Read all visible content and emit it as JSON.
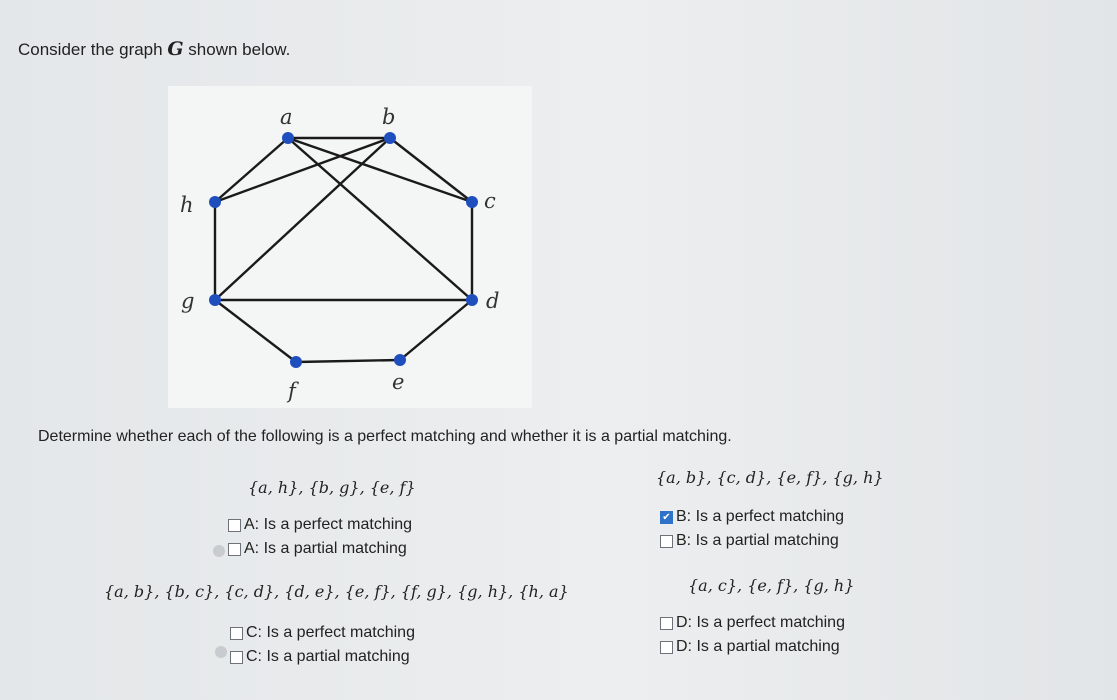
{
  "question": {
    "prompt_pre": "Consider the graph",
    "graph_name": "G",
    "prompt_post": "shown below.",
    "instruction": "Determine whether each of the following is a perfect matching and whether it is a partial matching."
  },
  "graph": {
    "vertices": {
      "a": "a",
      "b": "b",
      "c": "c",
      "d": "d",
      "e": "e",
      "f": "f",
      "g": "g",
      "h": "h"
    },
    "edges": [
      [
        "a",
        "b"
      ],
      [
        "b",
        "c"
      ],
      [
        "c",
        "d"
      ],
      [
        "d",
        "e"
      ],
      [
        "e",
        "f"
      ],
      [
        "f",
        "g"
      ],
      [
        "g",
        "h"
      ],
      [
        "h",
        "a"
      ],
      [
        "h",
        "b"
      ],
      [
        "a",
        "c"
      ],
      [
        "a",
        "d"
      ],
      [
        "b",
        "g"
      ],
      [
        "g",
        "d"
      ]
    ],
    "vertex_color": "#1f4fbf"
  },
  "parts": {
    "A": {
      "set": "{a, h}, {b, g}, {e, f}",
      "perfect_label": "A: Is a perfect matching",
      "partial_label": "A: Is a partial matching",
      "perfect_checked": false,
      "partial_checked": false
    },
    "B": {
      "set": "{a, b}, {c, d}, {e, f}, {g, h}",
      "perfect_label": "B: Is a perfect matching",
      "partial_label": "B: Is a partial matching",
      "perfect_checked": true,
      "partial_checked": false
    },
    "C": {
      "set": "{a, b}, {b, c}, {c, d}, {d, e}, {e, f}, {f, g}, {g, h}, {h, a}",
      "perfect_label": "C: Is a perfect matching",
      "partial_label": "C: Is a partial matching",
      "perfect_checked": false,
      "partial_checked": false
    },
    "D": {
      "set": "{a, c}, {e, f}, {g, h}",
      "perfect_label": "D: Is a perfect matching",
      "partial_label": "D: Is a partial matching",
      "perfect_checked": false,
      "partial_checked": false
    }
  },
  "colors": {
    "checkbox_checked": "#2f73c9",
    "edge": "#1a1a1a"
  }
}
